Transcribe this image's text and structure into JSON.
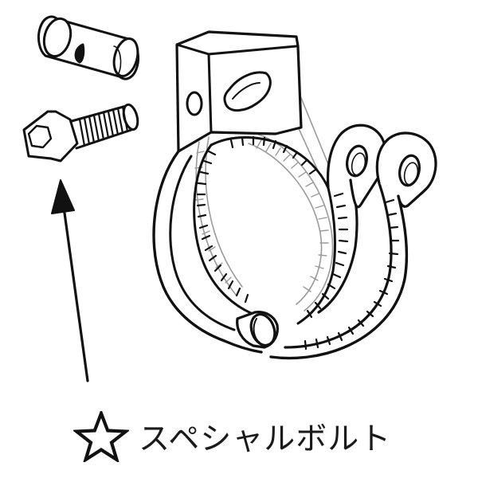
{
  "caption": {
    "label": "スペシャルボルト",
    "icon": "star-outline-icon"
  },
  "figure": {
    "parts": [
      "cylindrical-nut",
      "hex-socket-bolt",
      "clamp-band"
    ],
    "pointer": "arrow-pointing-to-bolt"
  },
  "colors": {
    "line": "#111111",
    "faint_line": "#9a9a9a",
    "background": "#ffffff"
  }
}
